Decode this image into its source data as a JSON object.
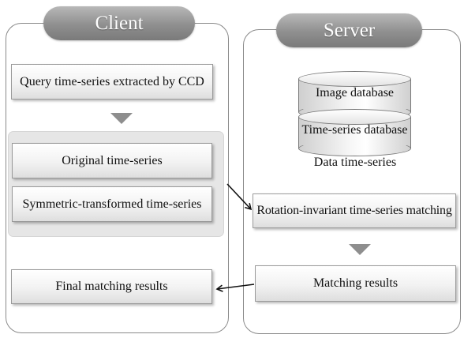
{
  "client": {
    "title": "Client",
    "query_box": "Query time-series extracted by CCD",
    "original_box": "Original time-series",
    "symmetric_box": "Symmetric-transformed time-series",
    "final_box": "Final matching results"
  },
  "server": {
    "title": "Server",
    "image_db": "Image database",
    "ts_db": "Time-series database",
    "data_label": "Data time-series",
    "rotation_box": "Rotation-invariant time-series matching",
    "matching_box": "Matching results"
  },
  "colors": {
    "tab_gray": "#8f8f8f",
    "arrow": "#111111",
    "group_fill": "#e6e6e6"
  }
}
